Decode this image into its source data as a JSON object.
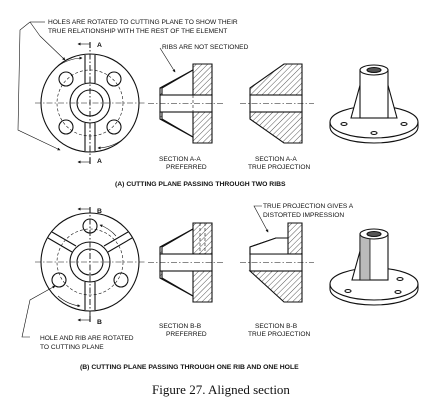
{
  "figure_caption": "Figure 27. Aligned section",
  "panel_a": {
    "note_holes_rotated_line1": "HOLES ARE ROTATED TO CUTTING PLANE TO SHOW THEIR",
    "note_holes_rotated_line2": "TRUE RELATIONSHIP WITH THE REST OF THE ELEMENT",
    "note_ribs": "RIBS ARE NOT SECTIONED",
    "plane_label": "A",
    "section_preferred_line1": "SECTION A-A",
    "section_preferred_line2": "PREFERRED",
    "section_true_line1": "SECTION A-A",
    "section_true_line2": "TRUE PROJECTION",
    "caption": "(A)  CUTTING PLANE PASSING THROUGH TWO RIBS"
  },
  "panel_b": {
    "note_true_projection_line1": "TRUE PROJECTION GIVES A",
    "note_true_projection_line2": "DISTORTED IMPRESSION",
    "plane_label": "B",
    "note_hole_rib_line1": "HOLE AND RIB ARE ROTATED",
    "note_hole_rib_line2": "TO CUTTING PLANE",
    "section_preferred_line1": "SECTION B-B",
    "section_preferred_line2": "PREFERRED",
    "section_true_line1": "SECTION B-B",
    "section_true_line2": "TRUE PROJECTION",
    "caption": "(B)  CUTTING PLANE PASSING THROUGH ONE RIB AND ONE HOLE"
  }
}
